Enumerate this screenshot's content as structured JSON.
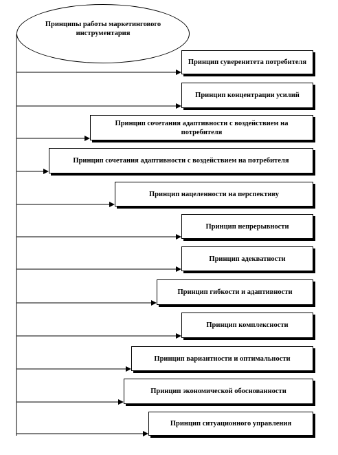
{
  "root": {
    "label": "Принципы работы маркетингового инструментария"
  },
  "principles": [
    "Принцип суверенитета потребителя",
    "Принцип концентрации усилий",
    "Принцип сочетания адаптивности с воздействием на потребителя",
    "Принцип сочетания адаптивности с воздействием на потребителя",
    "Принцип нацеленности на перспективу",
    "Принцип непрерывности",
    "Принцип адекватности",
    "Принцип гибкости и адаптивности",
    "Принцип комплексности",
    "Принцип вариантности и оптимальности",
    "Принцип экономической обоснованности",
    "Принцип ситуационного управления"
  ]
}
